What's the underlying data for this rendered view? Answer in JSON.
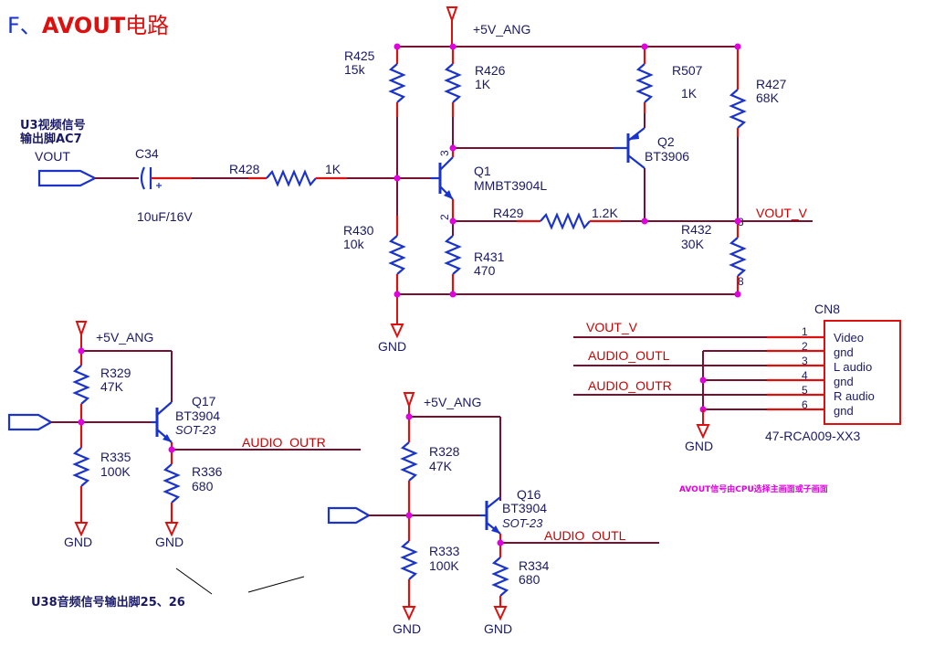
{
  "title": {
    "prefix": "F、",
    "bold": "AVOUT",
    "suffix": "电路"
  },
  "nets": {
    "pwr": "+5V_ANG",
    "gnd": "GND",
    "vout_v": "VOUT_V",
    "audio_outr": "AUDIO_OUTR",
    "audio_outl": "AUDIO_OUTL"
  },
  "input_note": {
    "line1": "U3视频信号",
    "line2": "输出脚AC7",
    "port": "VOUT"
  },
  "components": {
    "c34": {
      "ref": "C34",
      "value": "10uF/16V"
    },
    "r428": {
      "ref": "R428",
      "value": "1K"
    },
    "r425": {
      "ref": "R425",
      "value": "15k"
    },
    "r426": {
      "ref": "R426",
      "value": "1K"
    },
    "r507": {
      "ref": "R507",
      "value": "1K"
    },
    "r427": {
      "ref": "R427",
      "value": "68K"
    },
    "r430": {
      "ref": "R430",
      "value": "10k"
    },
    "r431": {
      "ref": "R431",
      "value": "470"
    },
    "r429": {
      "ref": "R429",
      "value": "1.2K"
    },
    "r432": {
      "ref": "R432",
      "value": "30K"
    },
    "q1": {
      "ref": "Q1",
      "value": "MMBT3904L"
    },
    "q2": {
      "ref": "Q2",
      "value": "BT3906"
    },
    "r329": {
      "ref": "R329",
      "value": "47K"
    },
    "r335": {
      "ref": "R335",
      "value": "100K"
    },
    "r336": {
      "ref": "R336",
      "value": "680"
    },
    "q17": {
      "ref": "Q17",
      "value": "BT3904",
      "pkg": "SOT-23"
    },
    "r328": {
      "ref": "R328",
      "value": "47K"
    },
    "r333": {
      "ref": "R333",
      "value": "100K"
    },
    "r334": {
      "ref": "R334",
      "value": "680"
    },
    "q16": {
      "ref": "Q16",
      "value": "BT3904",
      "pkg": "SOT-23"
    }
  },
  "pins": {
    "p3": "3",
    "p2": "2",
    "p8": "8"
  },
  "connector": {
    "ref": "CN8",
    "part": "47-RCA009-XX3",
    "pins": [
      {
        "num": "1",
        "name": "Video"
      },
      {
        "num": "2",
        "name": "gnd"
      },
      {
        "num": "3",
        "name": "L audio"
      },
      {
        "num": "4",
        "name": "gnd"
      },
      {
        "num": "5",
        "name": "R audio"
      },
      {
        "num": "6",
        "name": "gnd"
      }
    ]
  },
  "notes": {
    "avout": "AVOUT信号由CPU选择主画面或子画面",
    "audio_src": "U38音频信号输出脚25、26"
  },
  "colors": {
    "wire": "#7a1030",
    "lead": "#dd1010",
    "component": "#1a33cc",
    "junction": "#e000e0",
    "text": "#1a1a66",
    "net_label": "#cc0000"
  }
}
